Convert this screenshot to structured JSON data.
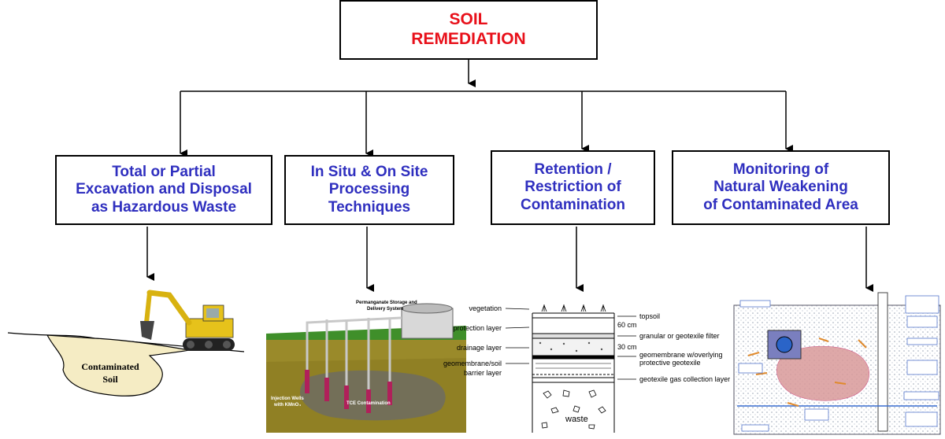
{
  "title": {
    "line1": "SOIL",
    "line2": "REMEDIATION"
  },
  "categories": [
    {
      "line1": "Total or Partial",
      "line2": "Excavation and Disposal",
      "line3": "as Hazardous Waste"
    },
    {
      "line1": "In Situ & On Site",
      "line2": "Processing",
      "line3": "Techniques"
    },
    {
      "line1": "Retention /",
      "line2": "Restriction of",
      "line3": "Contamination"
    },
    {
      "line1": "Monitoring of",
      "line2": "Natural Weakening",
      "line3": "of Contaminated Area"
    }
  ],
  "excavation": {
    "label_line1": "Contaminated",
    "label_line2": "Soil"
  },
  "insitu": {
    "tank_label_line1": "Permanganate Storage and",
    "tank_label_line2": "Delivery System",
    "wells_label_line1": "Injection Wells",
    "wells_label_line2": "with KMnO₄",
    "plume_label": "TCE Contamination"
  },
  "liner": {
    "left_labels": [
      "vegetation",
      "protection layer",
      "drainage layer",
      "geomembrane/soil",
      "barrier layer"
    ],
    "right_labels": [
      "topsoil",
      "granular or geotexile filter",
      "geomembrane w/overlying",
      "protective geotexile",
      "geotexile gas collection layer"
    ],
    "dim_60": "60 cm",
    "dim_30": "30 cm",
    "waste_label": "waste"
  },
  "colors": {
    "title_red": "#e8101a",
    "category_blue": "#2f2fbf"
  }
}
